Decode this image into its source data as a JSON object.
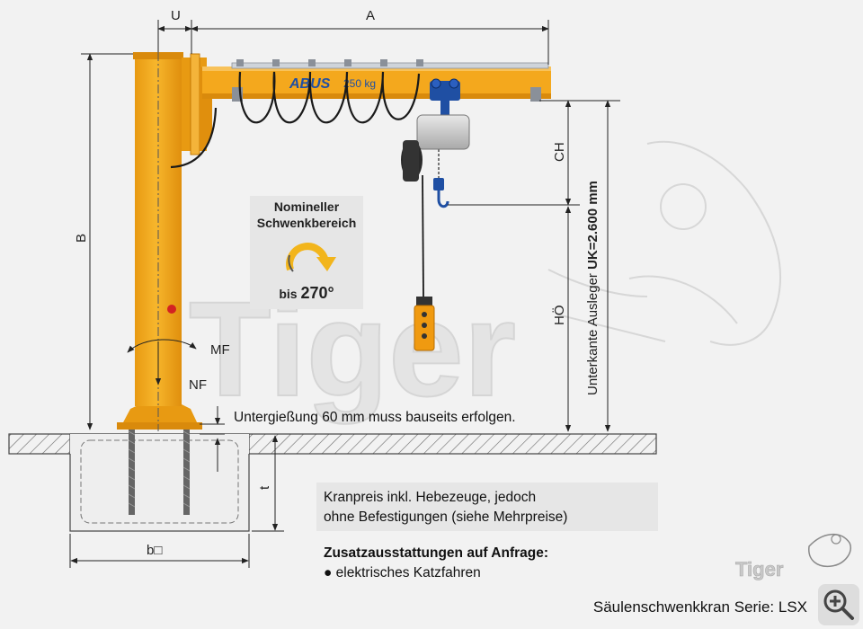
{
  "dimensions": {
    "U": "U",
    "A": "A",
    "B": "B",
    "CH": "CH",
    "HO": "HÖ",
    "t": "t",
    "b": "b□",
    "MF": "MF",
    "NF": "NF",
    "uk": "Unterkante Ausleger ",
    "uk_bold": "UK=2.600 mm"
  },
  "crane": {
    "brand": "ABUS",
    "capacity": "250 kg"
  },
  "swing_box": {
    "title_line1": "Nomineller",
    "title_line2": "Schwenkbereich",
    "range_prefix": "bis ",
    "range_value": "270°"
  },
  "grout_note": "Untergießung 60 mm muss bauseits erfolgen.",
  "price_note": {
    "line1": "Kranpreis inkl. Hebezeuge, jedoch",
    "line2": "ohne Befestigungen (siehe Mehrpreise)"
  },
  "extras": {
    "title": "Zusatzausstattungen auf Anfrage:",
    "item1": "● elektrisches Katzfahren"
  },
  "watermark": "Tiger",
  "logo_text": "Tiger",
  "series_label": "Säulenschwenkkran Serie:  LSX",
  "colors": {
    "crane_yellow": "#f4a81d",
    "crane_dark": "#d98a0c",
    "abus_blue": "#1f4fa3",
    "box_gray": "#e6e6e6"
  },
  "icons": [
    "rotation-arrow-icon",
    "zoom-in-icon",
    "tiger-logo-icon"
  ]
}
